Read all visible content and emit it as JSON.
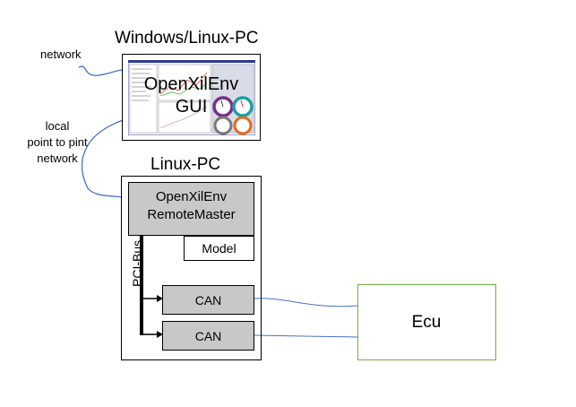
{
  "pc_top": {
    "title": "Windows/Linux-PC",
    "gui_line1": "OpenXilEnv",
    "gui_line2": "GUI"
  },
  "pc_bottom": {
    "title": "Linux-PC"
  },
  "remote_master": {
    "line1": "OpenXilEnv",
    "line2": "RemoteMaster"
  },
  "model": {
    "label": "Model"
  },
  "bus": {
    "label": "PCI-Bus"
  },
  "can": [
    "CAN",
    "CAN"
  ],
  "ecu": {
    "label": "Ecu"
  },
  "network": {
    "label": "network"
  },
  "local_network": {
    "line1": "local",
    "line2": "point to pint",
    "line3": "network"
  },
  "colors": {
    "wire": "#4472c4",
    "ecu_border": "#70ad47",
    "block_fill": "#c8c8c8",
    "gauge1": "#7b2c8a",
    "gauge2": "#1aa0a0",
    "gauge3": "#e06a1b"
  }
}
